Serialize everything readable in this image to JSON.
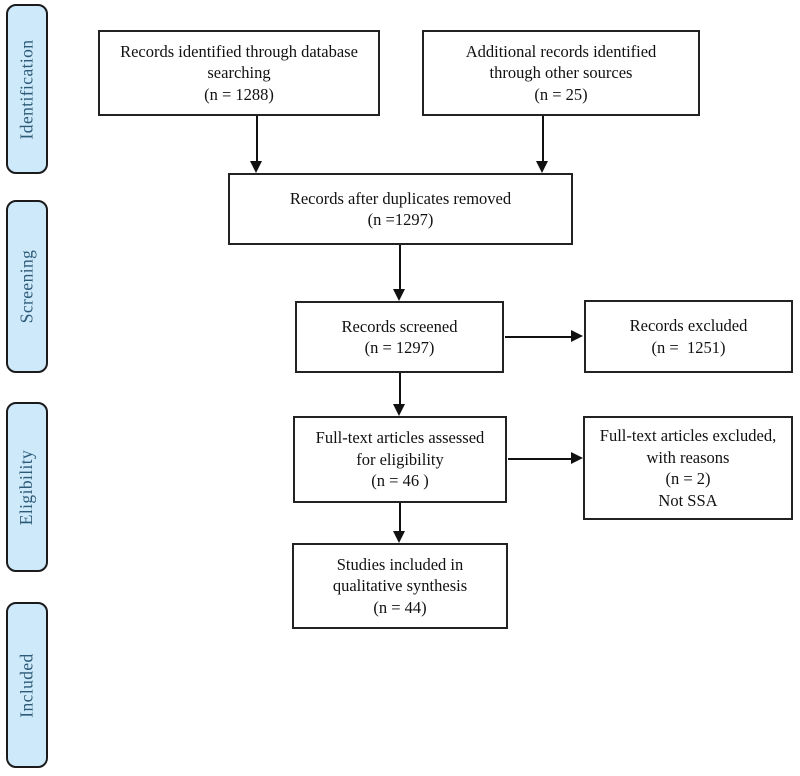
{
  "diagram": {
    "type": "prisma-flow",
    "stages": [
      {
        "label": "Identification"
      },
      {
        "label": "Screening"
      },
      {
        "label": "Eligibility"
      },
      {
        "label": "Included"
      }
    ],
    "boxes": {
      "database_search": {
        "lines": [
          "Records identified through database",
          "searching",
          "(n = 1288)"
        ]
      },
      "other_sources": {
        "lines": [
          "Additional records identified",
          "through other sources",
          "(n = 25)"
        ]
      },
      "duplicates_removed": {
        "lines": [
          "Records after duplicates removed",
          "(n =1297)"
        ]
      },
      "records_screened": {
        "lines": [
          "Records screened",
          "(n = 1297)"
        ]
      },
      "records_excluded": {
        "lines": [
          "Records excluded",
          "(n =  1251)"
        ]
      },
      "fulltext_assessed": {
        "lines": [
          "Full-text articles assessed",
          "for eligibility",
          "(n = 46 )"
        ]
      },
      "fulltext_excluded": {
        "lines": [
          "Full-text articles excluded,",
          "with reasons",
          "(n = 2)",
          "Not SSA"
        ]
      },
      "qualitative_synthesis": {
        "lines": [
          "Studies included in",
          "qualitative synthesis",
          "(n = 44)"
        ]
      }
    },
    "colors": {
      "stage_fill": "#cde9fa",
      "stage_text": "#2d5a77",
      "box_border": "#222222",
      "arrow": "#111111"
    }
  }
}
